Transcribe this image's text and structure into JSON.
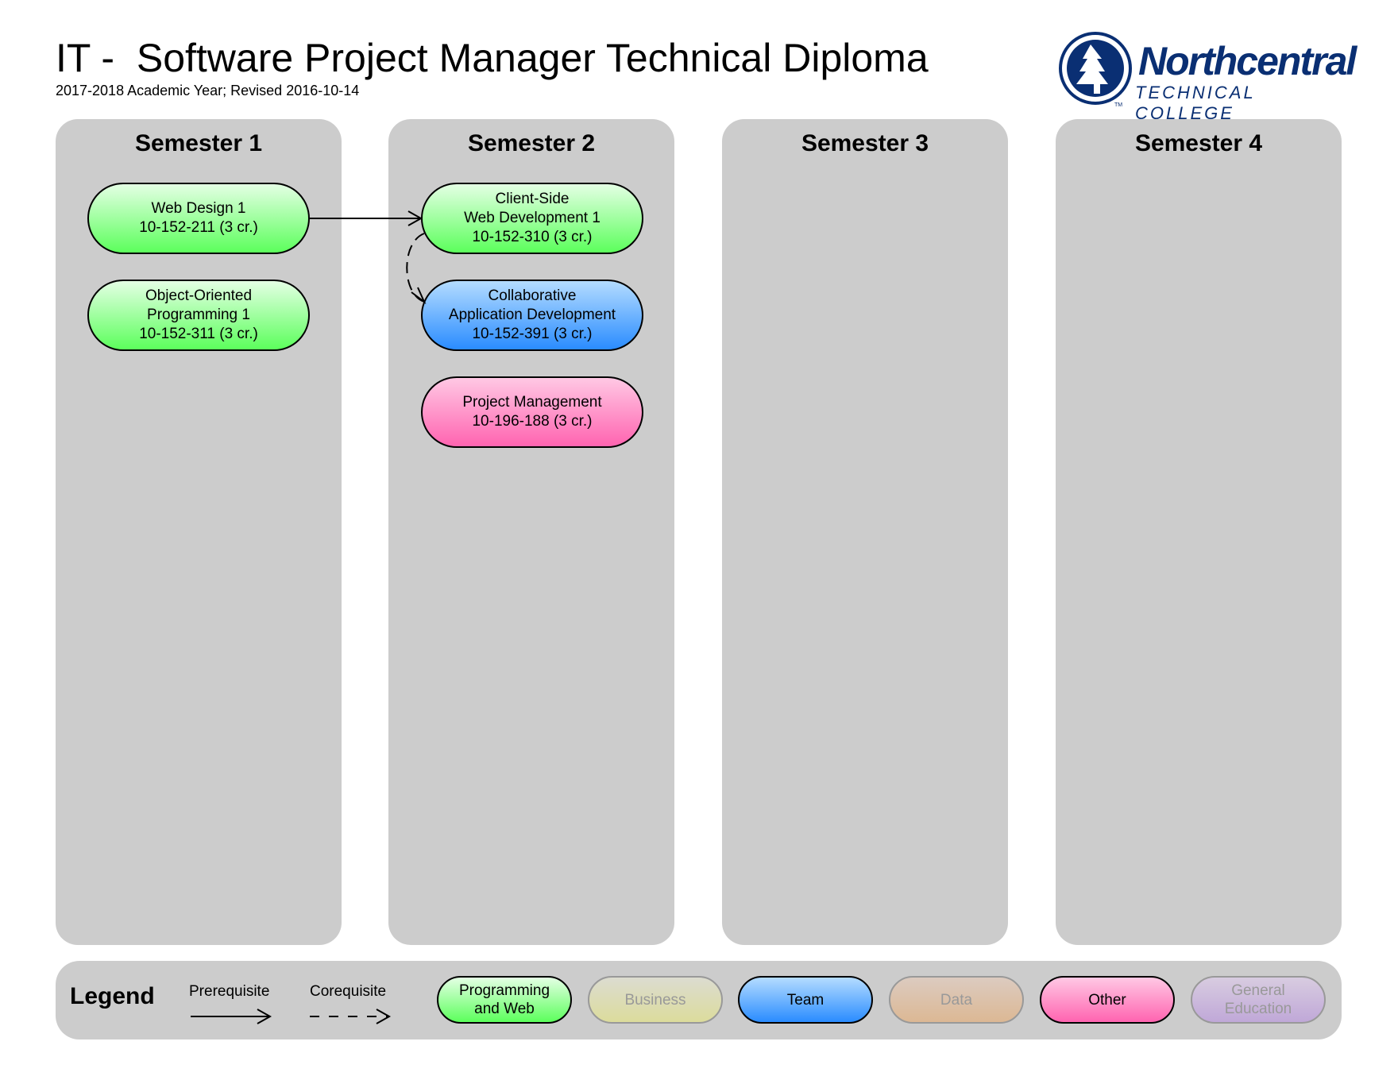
{
  "header": {
    "title": "IT -  Software Project Manager Technical Diploma",
    "subtitle": "2017-2018 Academic Year; Revised 2016-10-14"
  },
  "logo": {
    "name": "Northcentral",
    "tagline": "TECHNICAL COLLEGE",
    "tm": "TM"
  },
  "semesters": [
    {
      "label": "Semester 1",
      "courses": [
        {
          "lines": [
            "Web Design 1",
            "10-152-211 (3 cr.)"
          ],
          "category": "Programming and Web"
        },
        {
          "lines": [
            "Object-Oriented",
            "Programming 1",
            "10-152-311 (3 cr.)"
          ],
          "category": "Programming and Web"
        }
      ]
    },
    {
      "label": "Semester 2",
      "courses": [
        {
          "lines": [
            "Client-Side",
            "Web Development 1",
            "10-152-310 (3 cr.)"
          ],
          "category": "Programming and Web"
        },
        {
          "lines": [
            "Collaborative",
            "Application Development",
            "10-152-391 (3 cr.)"
          ],
          "category": "Team"
        },
        {
          "lines": [
            "Project Management",
            "10-196-188 (3 cr.)"
          ],
          "category": "Other"
        }
      ]
    },
    {
      "label": "Semester 3",
      "courses": []
    },
    {
      "label": "Semester 4",
      "courses": []
    }
  ],
  "relations": [
    {
      "type": "prerequisite",
      "from": "10-152-211",
      "to": "10-152-310"
    },
    {
      "type": "corequisite",
      "from": "10-152-310",
      "to": "10-152-391"
    }
  ],
  "legend": {
    "title": "Legend",
    "prerequisite": "Prerequisite",
    "corequisite": "Corequisite",
    "categories": [
      {
        "lines": [
          "Programming",
          "and Web"
        ],
        "color": "#5cff5c"
      },
      {
        "lines": [
          "Business"
        ],
        "color": "#dcdc9c"
      },
      {
        "lines": [
          "Team"
        ],
        "color": "#2a8cff"
      },
      {
        "lines": [
          "Data"
        ],
        "color": "#dcb894"
      },
      {
        "lines": [
          "Other"
        ],
        "color": "#ff64b0"
      },
      {
        "lines": [
          "General",
          "Education"
        ],
        "color": "#c0a8d8"
      }
    ]
  }
}
